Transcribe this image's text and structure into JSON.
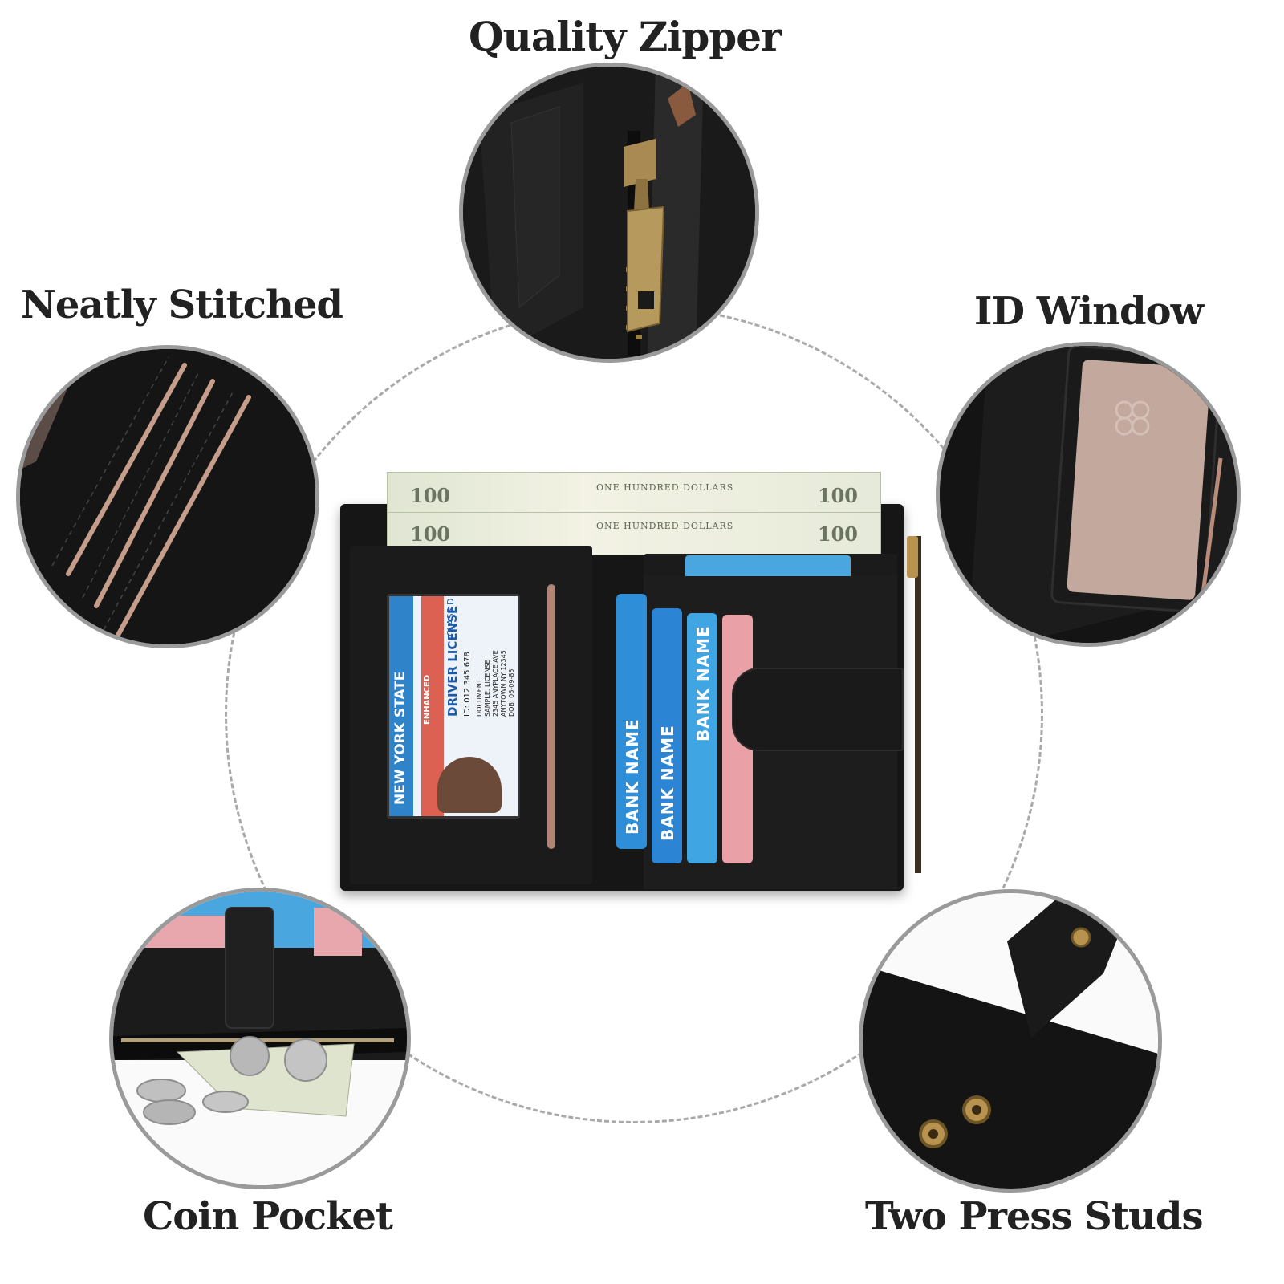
{
  "features": {
    "quality_zipper": "Quality Zipper",
    "neatly_stitched": "Neatly Stitched",
    "id_window": "ID Window",
    "coin_pocket": "Coin Pocket",
    "two_press_studs": "Two Press Studs"
  },
  "wallet": {
    "bill_value": "100",
    "bill_text": "ONE HUNDRED DOLLARS",
    "bank_card_label": "BANK NAME",
    "id_card": {
      "state": "NEW YORK STATE",
      "type": "DRIVER LICENSE",
      "enhanced": "ENHANCED",
      "class": "CLASS D",
      "id_number": "ID: 012 345 678",
      "document": "DOCUMENT",
      "name": "SAMPLE, LICENSE",
      "address1": "2345 ANYPLACE AVE",
      "address2": "ANYTOWN NY 12345",
      "dob": "DOB: 06-09-85"
    }
  },
  "colors": {
    "leather": "#161616",
    "card_blue": "#2f8ed8",
    "card_pink": "#e9a0a6",
    "brass": "#b8934f",
    "label_text": "#222222"
  }
}
